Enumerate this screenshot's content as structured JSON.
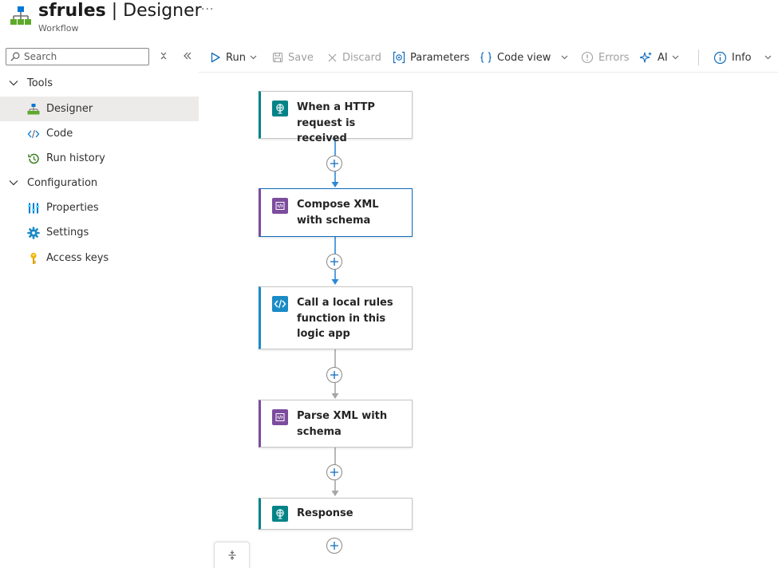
{
  "header": {
    "app_name": "sfrules",
    "separator": " | ",
    "page_name": "Designer",
    "subtitle": "Workflow",
    "more_label": "···"
  },
  "sidebar": {
    "search_placeholder": "Search",
    "groups": [
      {
        "label": "Tools",
        "items": [
          {
            "label": "Designer",
            "icon": "designer-icon",
            "active": true
          },
          {
            "label": "Code",
            "icon": "code-icon"
          },
          {
            "label": "Run history",
            "icon": "history-icon"
          }
        ]
      },
      {
        "label": "Configuration",
        "items": [
          {
            "label": "Properties",
            "icon": "properties-icon"
          },
          {
            "label": "Settings",
            "icon": "gear-icon"
          },
          {
            "label": "Access keys",
            "icon": "key-icon"
          }
        ]
      }
    ]
  },
  "toolbar": {
    "run": "Run",
    "save": "Save",
    "discard": "Discard",
    "parameters": "Parameters",
    "code_view": "Code view",
    "errors": "Errors",
    "ai": "AI",
    "info": "Info"
  },
  "flow": {
    "steps": [
      {
        "label": "When a HTTP request is received",
        "icon": "http-request-icon",
        "color": "#038387"
      },
      {
        "label": "Compose XML with schema",
        "icon": "xml-icon",
        "color": "#7c4d9e"
      },
      {
        "label": "Call a local rules function in this logic app",
        "icon": "code-function-icon",
        "color": "#1b8bc6"
      },
      {
        "label": "Parse XML with schema",
        "icon": "xml-icon",
        "color": "#7c4d9e"
      },
      {
        "label": "Response",
        "icon": "http-response-icon",
        "color": "#038387"
      }
    ]
  },
  "colors": {
    "accent": "#0f6cbd",
    "http": "#038387",
    "xml": "#7c4d9e",
    "code": "#1b8bc6",
    "active_nav": "#edebe9"
  }
}
